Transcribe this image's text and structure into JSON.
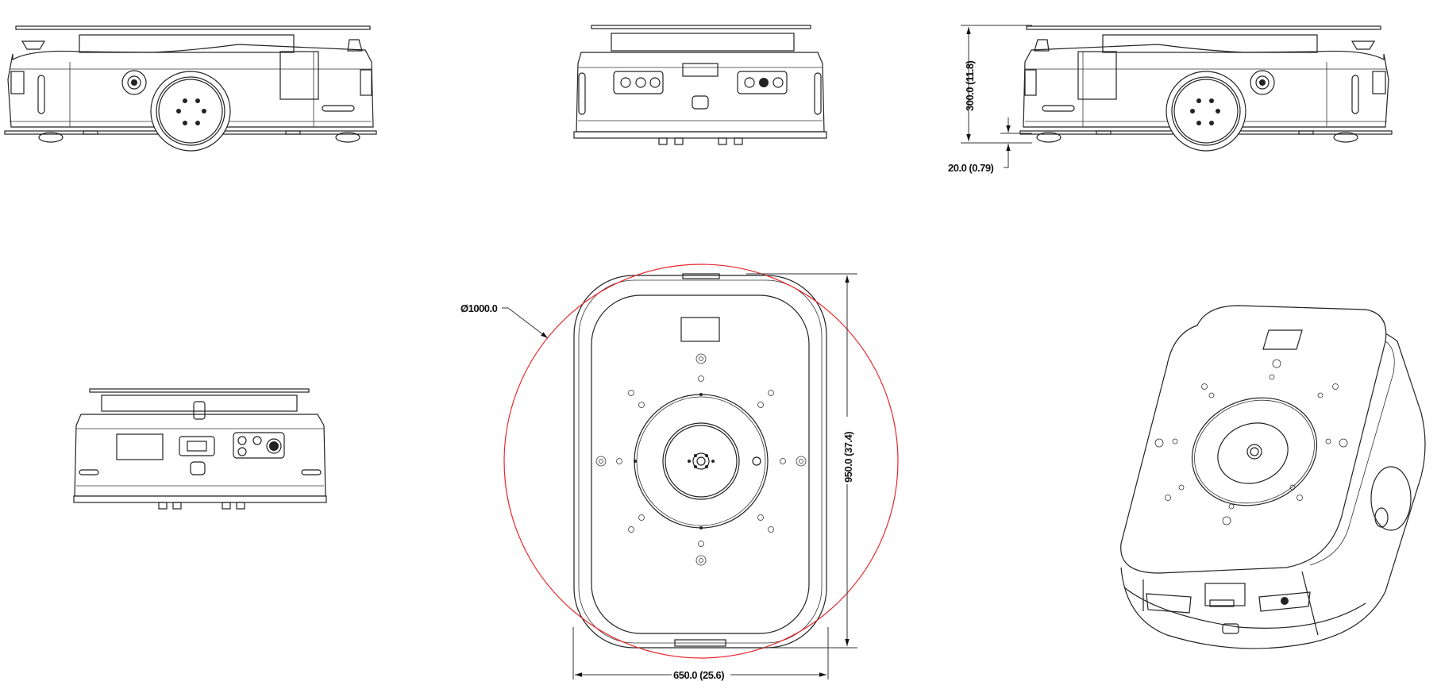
{
  "drawing": {
    "views": [
      "side-view-left",
      "front-view",
      "side-view-right",
      "rear-view",
      "top-view",
      "isometric-view"
    ],
    "dimensions": {
      "height": "300.0 (11.8)",
      "ground_clearance": "20.0 (0.79)",
      "turning_diameter": "Ø1000.0",
      "length": "950.0 (37.4)",
      "width": "650.0 (25.6)"
    },
    "colors": {
      "line": "#222222",
      "turning_circle": "#e8262b"
    }
  }
}
